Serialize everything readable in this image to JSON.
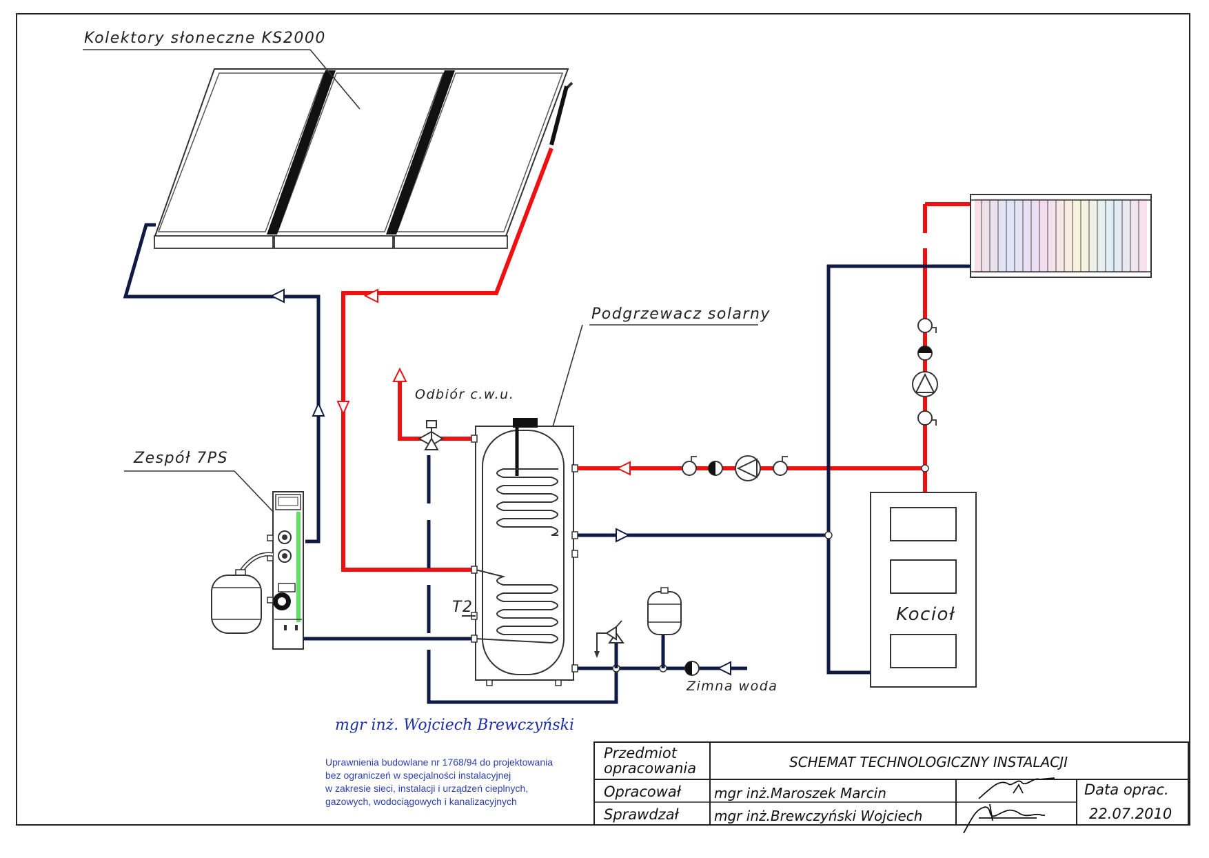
{
  "labels": {
    "collectors": "Kolektory słoneczne KS2000",
    "heater": "Podgrzewacz solarny",
    "hot_water_outlet": "Odbiór c.w.u.",
    "pump_group": "Zespół 7PS",
    "sensor": "T2",
    "boiler": "Kocioł",
    "cold_water": "Zimna woda"
  },
  "stamp": {
    "name": "mgr inż. Wojciech Brewczyński",
    "lines": [
      "Uprawnienia budowlane nr 1768/94 do projektowania",
      "bez ograniczeń w specjalności instalacyjnej",
      "w zakresie sieci, instalacji i urządzeń cieplnych,",
      "gazowych, wodociągowych i kanalizacyjnych"
    ]
  },
  "title_block": {
    "subject_label_1": "Przedmiot",
    "subject_label_2": "opracowania",
    "subject": "SCHEMAT TECHNOLOGICZNY INSTALACJI",
    "prepared_label": "Opracował",
    "prepared_by": "mgr inż.Maroszek Marcin",
    "checked_label": "Sprawdzał",
    "checked_by": "mgr inż.Brewczyński Wojciech",
    "date_label": "Data oprac.",
    "date": "22.07.2010"
  },
  "colors": {
    "supply": "#ee1111",
    "return": "#111a44",
    "stamp": "#1a2fa8"
  }
}
